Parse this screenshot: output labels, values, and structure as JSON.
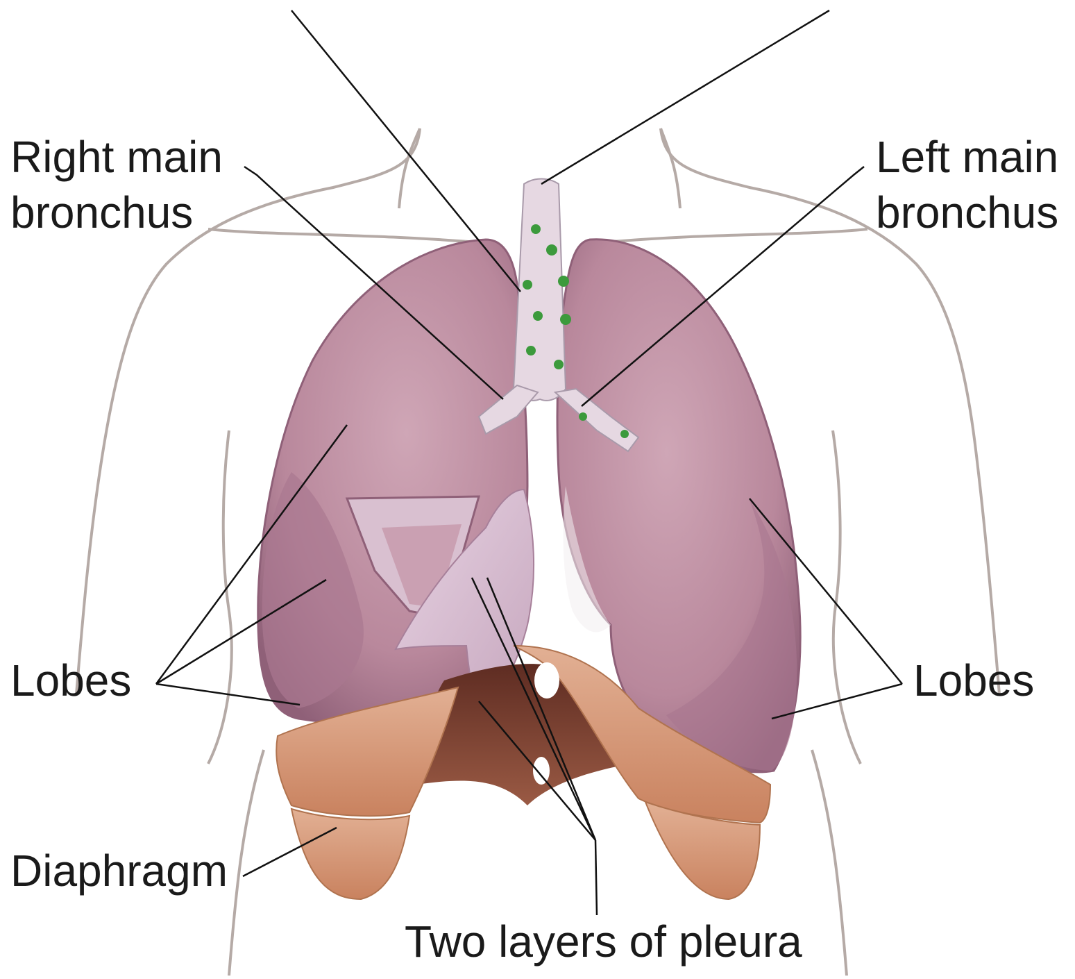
{
  "labels": {
    "right_main_bronchus": [
      "Right main",
      "bronchus"
    ],
    "left_main_bronchus": [
      "Left main",
      "bronchus"
    ],
    "lobes_right": "Lobes",
    "lobes_left": "Lobes",
    "diaphragm": "Diaphragm",
    "pleura": "Two layers of pleura"
  },
  "colors": {
    "background": "#ffffff",
    "torso_outline": "#b5aaa6",
    "lung": "#b9889c",
    "lung_shadow": "#8f6078",
    "lung_highlight": "#cfa6b6",
    "pleura": "#d6bcd2",
    "diaphragm": "#d59a7c",
    "diaphragm_dark": "#7a4233",
    "trachea": "#e6d8e2",
    "lymph_nodes": "#3c9a3c",
    "leader_line": "#111111",
    "label_text": "#1a1a1a"
  }
}
